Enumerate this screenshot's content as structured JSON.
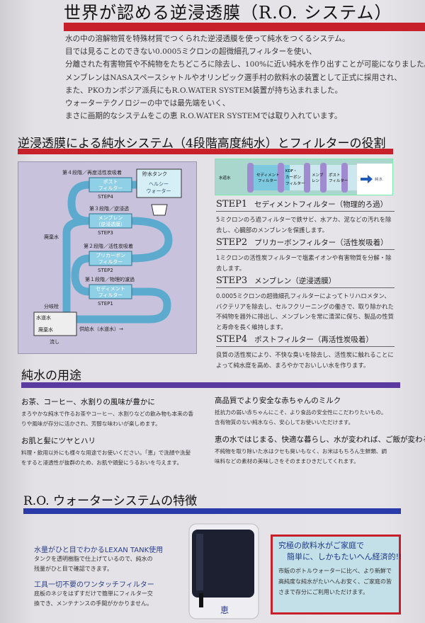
{
  "title": "世界が認める逆浸透膜（R.O. システム）",
  "intro": [
    "水の中の溶解物質を特殊材質でつくられた逆浸透膜を使って純水をつくるシステム。",
    "目では見ることのできない0.0005ミクロンの超微細孔フィルターを使い、",
    "分離された有害物質や不純物をたちどころに除去し、100%に近い純水を作り出すことが可能になりました。",
    "メンブレンはNASAスペースシャトルやオリンピック選手村の飲料水の装置として正式に採用され、",
    "また、PKOカンボジア派兵にもR.O.WATER SYSTEM装置が持ち込まれました。",
    "ウォーターテクノロジーの中では最先端をいく、",
    "まさに画期的なシステムをこの恵 R.O.WATER SYSTEMでは取り入れています。"
  ],
  "section2": {
    "title": "逆浸透膜による純水システム（4段階高度純水）とフィルターの役割",
    "diagram": {
      "stage4": "第４段階／再度活性炭吸着",
      "post": [
        "ポスト",
        "フィルター"
      ],
      "step4": "STEP4",
      "tank": "貯水タンク",
      "healthy": [
        "ヘルシー",
        "ウォーター"
      ],
      "stage3": "第３段階／逆浸透",
      "membrane": [
        "メンブレン",
        "（逆浸透膜）"
      ],
      "step3": "STEP3",
      "waste": "廃棄水",
      "stage2": "第２段階／活性炭吸着",
      "precarbon": [
        "プリカーボン",
        "フィルター"
      ],
      "step2": "STEP2",
      "stage1": "第１段階／物理的濾過",
      "sediment": [
        "セディメント",
        "フィルター"
      ],
      "step1": "STEP1",
      "valve": "分岐栓",
      "tap": "水道水",
      "supply": "供給水（水道水）→",
      "waste2": "廃棄水",
      "sink": "流し"
    },
    "cartridge": {
      "in": "水道水",
      "f1": [
        "セディメント",
        "フィルター"
      ],
      "f2": [
        "KDF・",
        "カーボン",
        "フィルター"
      ],
      "f3": [
        "メンブ",
        "レン"
      ],
      "f4": [
        "ポスト",
        "フィルター"
      ],
      "out": "純水"
    },
    "steps": [
      {
        "label": "STEP1",
        "name": "セディメントフィルター（物理的ろ過）",
        "body": "5ミクロンのろ過フィルターで鉄サビ、水アカ、泥などの汚れを除去し、心臓部のメンブレンを保護します。"
      },
      {
        "label": "STEP2",
        "name": "プリカーボンフィルター（活性炭吸着）",
        "body": "1ミクロンの活性炭フィルターで塩素イオンや有害物質を分解・除去します。"
      },
      {
        "label": "STEP3",
        "name": "メンブレン（逆浸透膜）",
        "body": "0.0005ミクロンの超微細孔フィルターによってトリハロメタン、バクテリアを除去し、セルフクリーニングの働きで、取り除かれた不純物を器外に排出し、メンブレンを常に清潔に保ち、製品の性質と寿命を長く維持します。"
      },
      {
        "label": "STEP4",
        "name": "ポストフィルター（再活性炭吸着）",
        "body": "良質の活性炭により、不快な臭いを除去し、活性炭に触れることによって純水度を高め、まろやかでおいしい水を作ります。"
      }
    ]
  },
  "section3": {
    "title": "純水の用途",
    "items": [
      {
        "title": "お茶、コーヒー、水割りの風味が豊かに",
        "lines": [
          "まろやかな純水で作るお茶やコーヒー、水割りなどの飲み物も本来の香",
          "りや風味が存分に活かされ、芳醇な味わいが楽しめます。"
        ]
      },
      {
        "title": "お肌と髪にツヤとハリ",
        "lines": [
          "料理・飲用以外にも様々な用途でお使いください。「恵」で洗顔や洗髪",
          "をすると浸透性が抜群のため、お肌や頭髪にうるおいを与えます。"
        ]
      },
      {
        "title": "高品質でより安全な赤ちゃんのミルク",
        "lines": [
          "抵抗力の弱い赤ちゃんにこそ、より食品の安全性にこだわりたいもの。",
          "含有物質のない純水なら、安心してお使いいただけます。"
        ]
      },
      {
        "title": "恵の水ではじまる、快適な暮らし、水が変われば、ご飯が変わる",
        "lines": [
          "不純物を取り除いた水はクセも臭いもなく、お米はもちろん生鮮類、調",
          "味料などの素材の美味しさをそのままひきだしてくれます。"
        ]
      }
    ]
  },
  "section4": {
    "title": "R.O. ウォーターシステムの特徴",
    "features": [
      {
        "title": "水量がひと目でわかるLEXAN TANK使用",
        "lines": [
          "タンクを透明樹脂で仕上げているので、純水の",
          "残量がひと目で確認できます。"
        ]
      },
      {
        "title": "工具一切不要のワンタッチフィルター",
        "lines": [
          "底板のネジをはずすだけで簡単にフィルター交",
          "換でき、メンテナンスの手間がかかりません。"
        ]
      }
    ],
    "product_logo": "恵",
    "box": {
      "title1": "究極の飲料水がご家庭で",
      "title2": "簡単に、しかもたいへん経済的!!",
      "body": "市販のボトルウォーターに比べ、より新鮮で高純度な純水がたいへんお安く、ご家庭の皆さまで存分にご利用いただけます。"
    }
  },
  "colors": {
    "red": "#c8202a",
    "purple": "#5a3aa0",
    "blue": "#2a3aa8",
    "diagram_bg": "#c9c2dc",
    "pipe": "#8fd0e6"
  }
}
